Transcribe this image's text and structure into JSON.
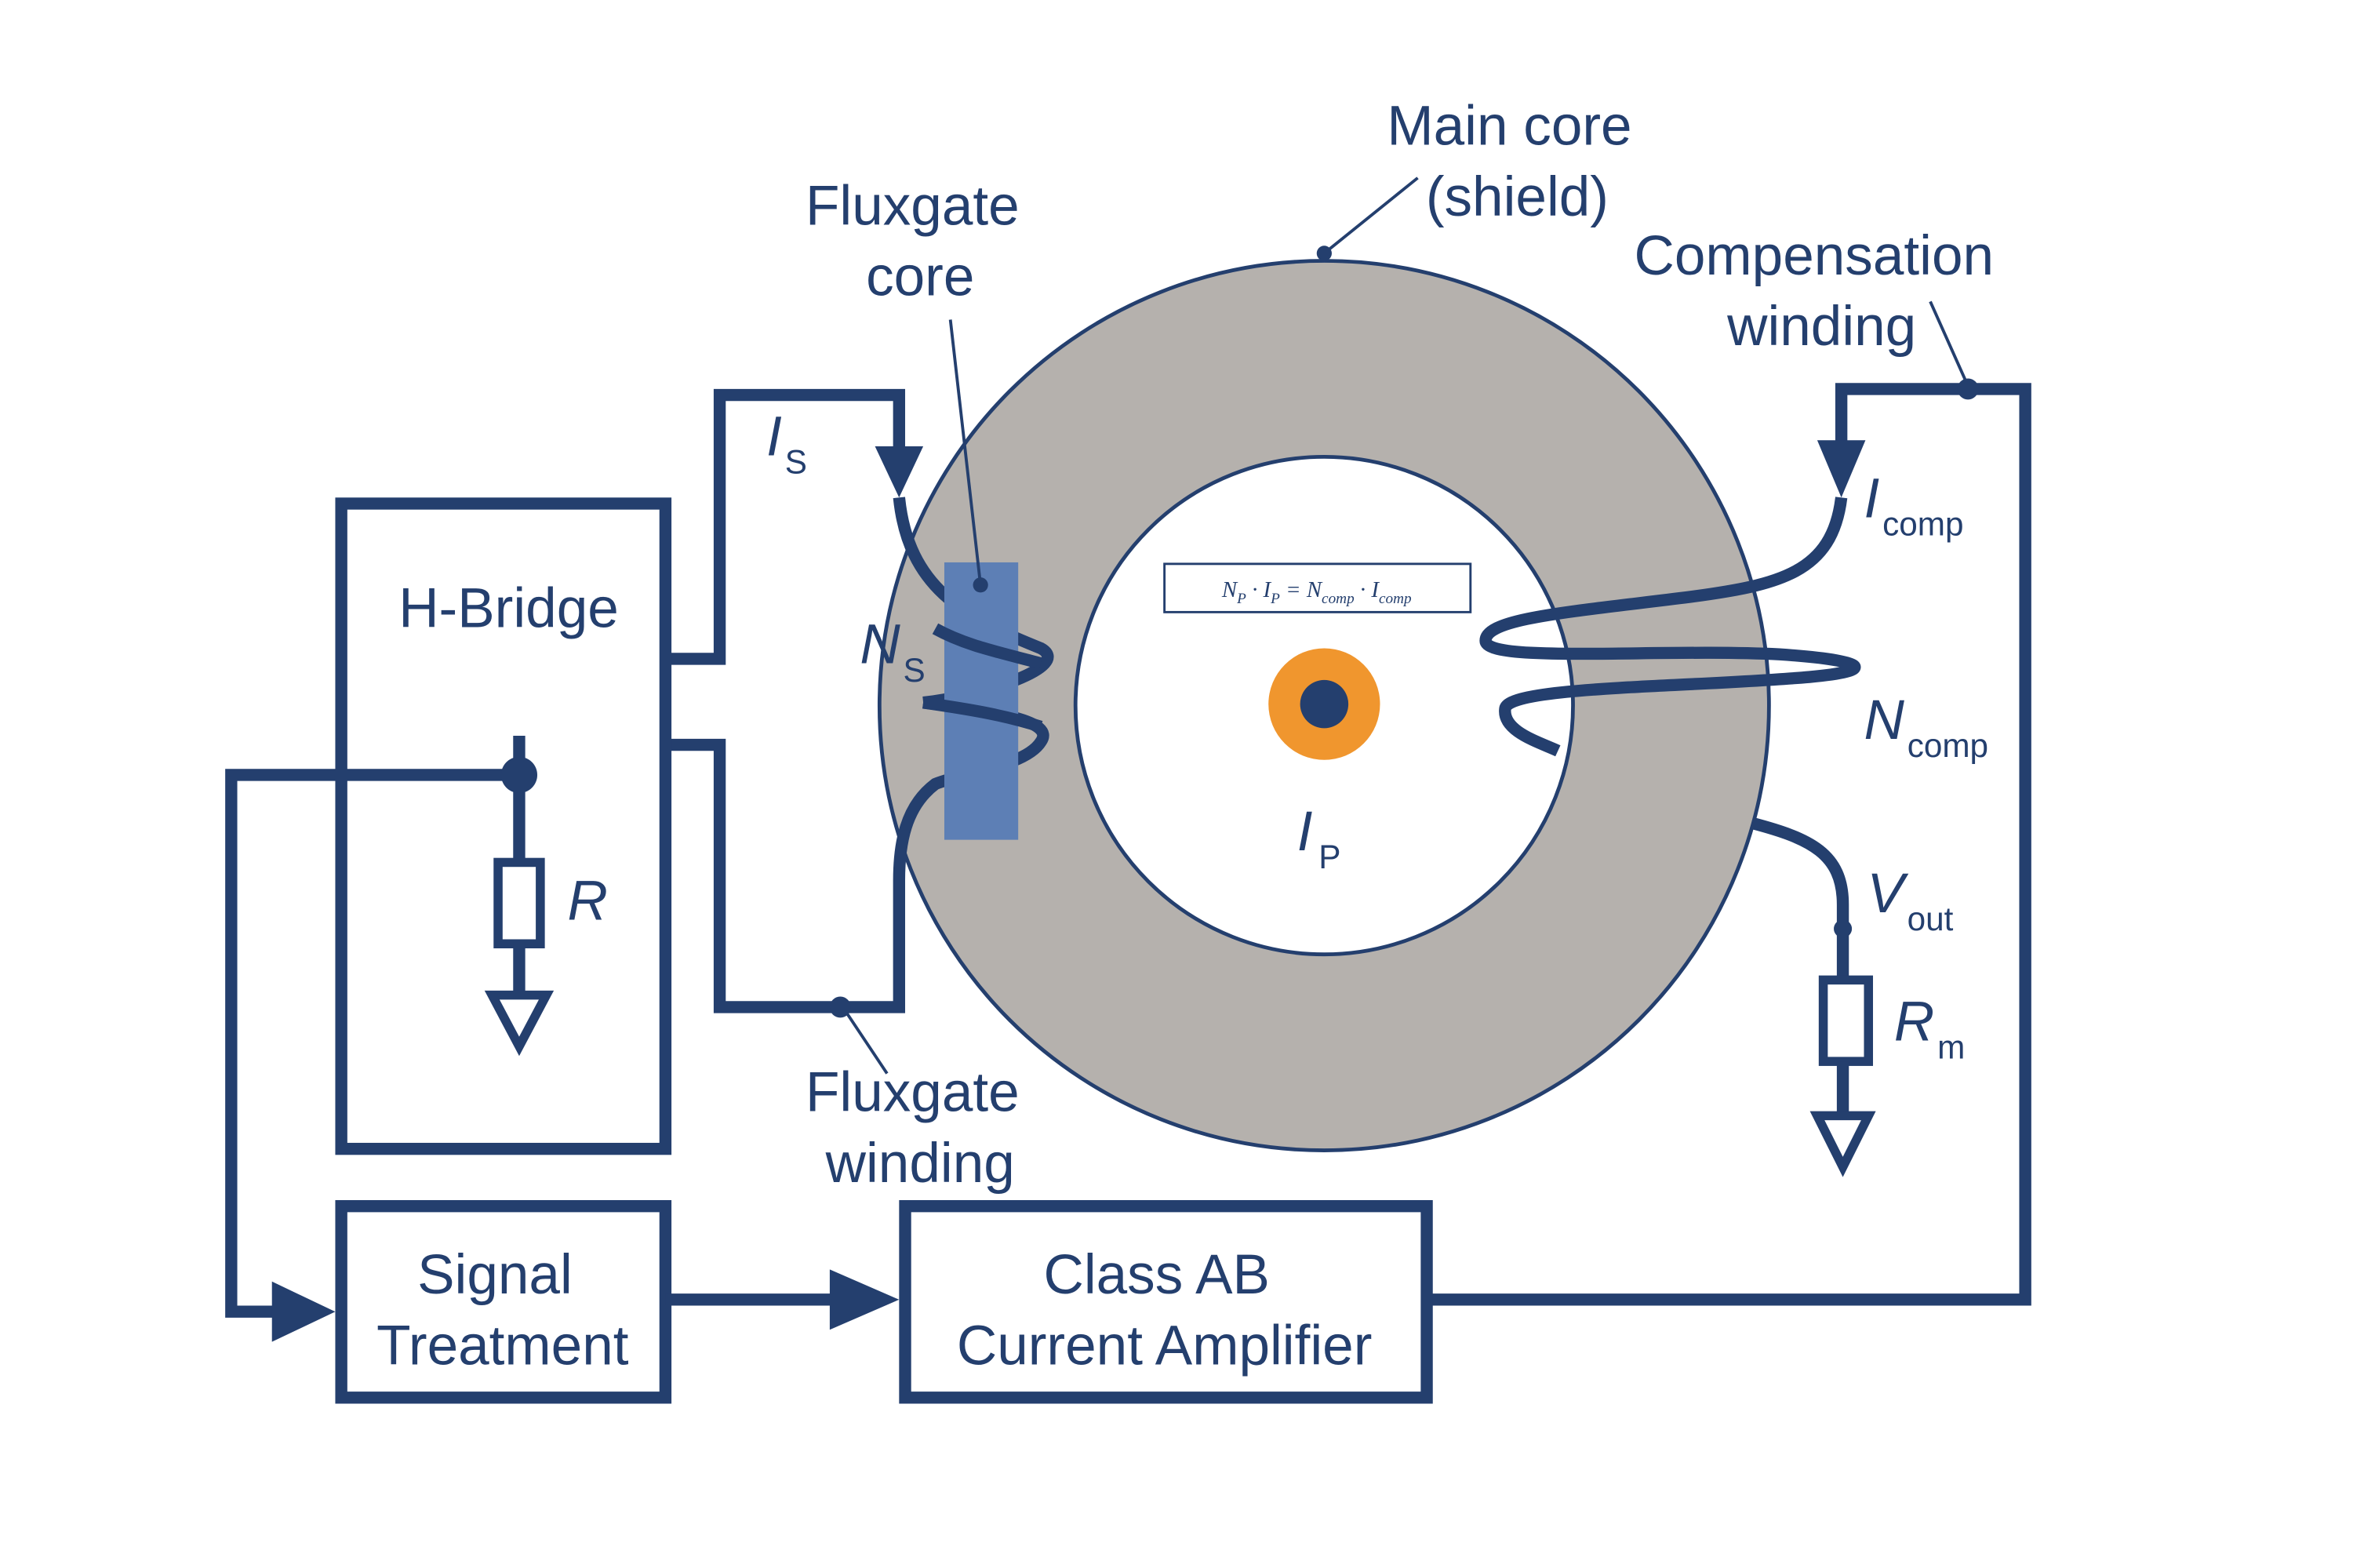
{
  "labels": {
    "main_core_line1": "Main core",
    "main_core_line2": "(shield)",
    "fluxgate_core_line1": "Fluxgate",
    "fluxgate_core_line2": "core",
    "compensation_line1": "Compensation",
    "compensation_line2": "winding",
    "fluxgate_winding_line1": "Fluxgate",
    "fluxgate_winding_line2": "winding",
    "h_bridge": "H-Bridge",
    "signal_line1": "Signal",
    "signal_line2": "Treatment",
    "amp_line1": "Class AB",
    "amp_line2": "Current Amplifier",
    "R": "R",
    "Rm": "R",
    "Rm_sub": "m",
    "Is": "I",
    "Is_sub": "S",
    "Ns": "N",
    "Ns_sub": "S",
    "Ip": "I",
    "Ip_sub": "P",
    "Icomp": "I",
    "Icomp_sub": "comp",
    "Ncomp": "N",
    "Ncomp_sub": "comp",
    "Vout": "V",
    "Vout_sub": "out"
  },
  "equation": {
    "np": "N",
    "np_sub": "P",
    "ip": "I",
    "ip_sub": "P",
    "ncomp": "N",
    "ncomp_sub": "comp",
    "icomp": "I",
    "icomp_sub": "comp",
    "dot": "·",
    "eq": "="
  },
  "colors": {
    "wire": "#243f6e",
    "main_core": "#b5b1ad",
    "fluxgate_core": "#5d7fb5",
    "conductor_outer": "#f0962e",
    "conductor_inner": "#243f6e"
  }
}
